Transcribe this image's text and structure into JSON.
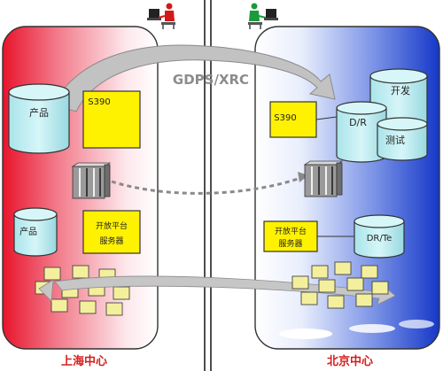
{
  "link_label": "GDPS/XRC",
  "left_site": {
    "name": "上海中心",
    "product_db": "产品",
    "mainframe": "S390",
    "open_db": "产品",
    "open_server_line1": "开放平台",
    "open_server_line2": "服务器"
  },
  "right_site": {
    "name": "北京中心",
    "dev_db": "开发",
    "dr_db": "D/R",
    "test_db": "测试",
    "mainframe": "S390",
    "open_server_line1": "开放平台",
    "open_server_line2": "服务器",
    "dr_te_db": "DR/Te"
  },
  "colors": {
    "left_gradient_edge": "#e8142c",
    "right_gradient_edge": "#1538c8",
    "site_label": "#d81c1c",
    "db_fill": "#b9ecf0",
    "yellow_box": "#fff200",
    "folder_fill": "#f4ef9c",
    "arrow_fill": "#bdbdbd",
    "left_person": "#d41818",
    "right_person": "#1b9a3c"
  }
}
